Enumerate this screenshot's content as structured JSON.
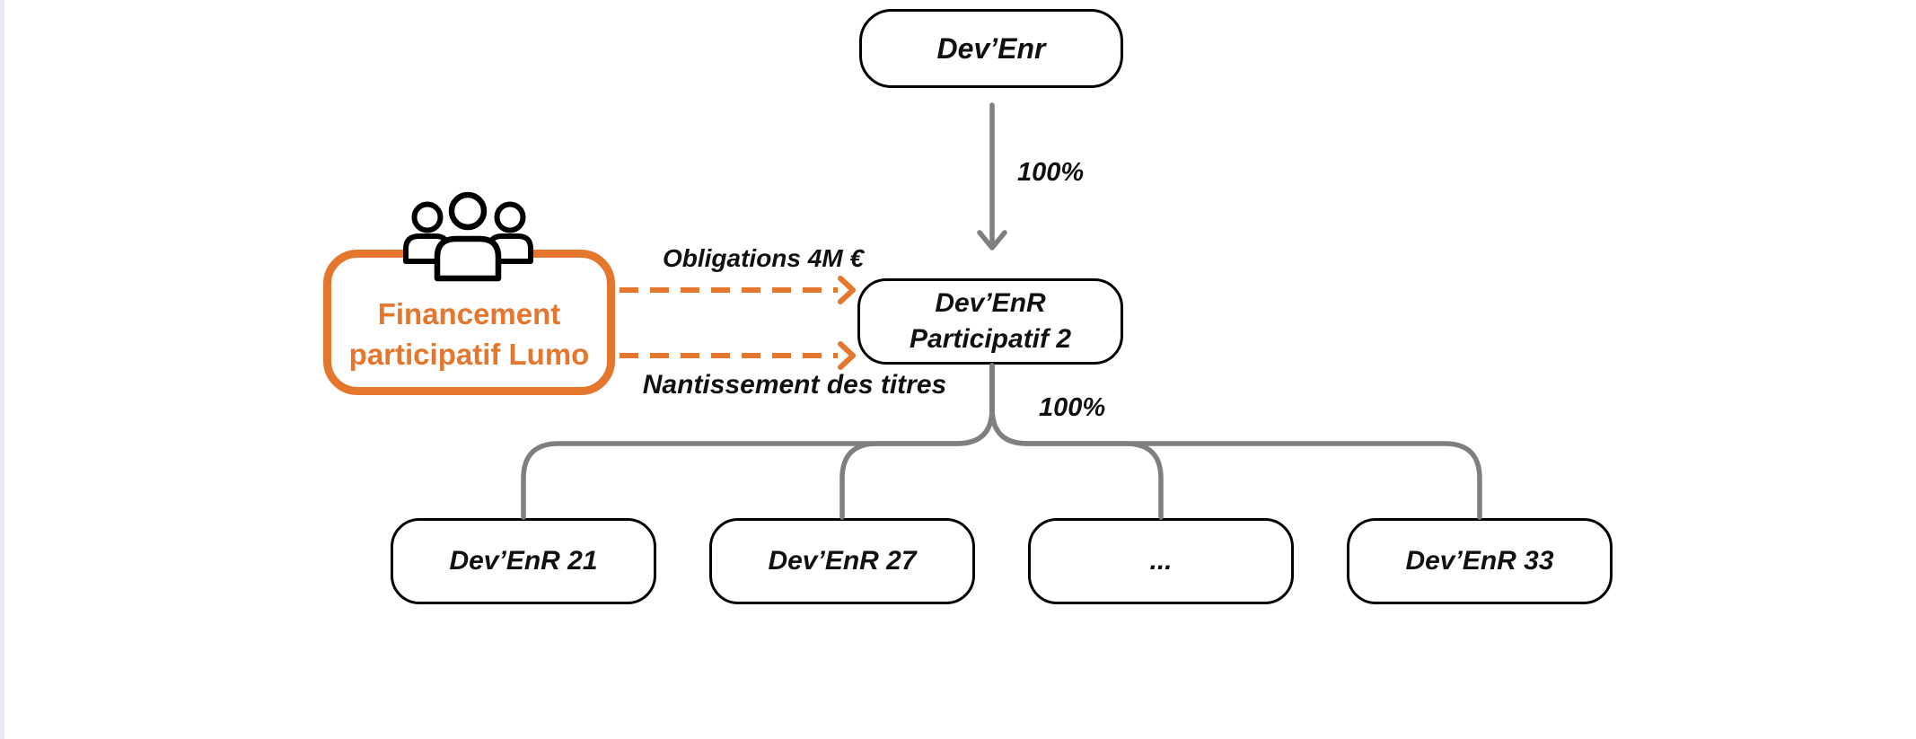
{
  "page": {
    "background": "#ffffff",
    "left_edge_strip_color": "#e8eaf1"
  },
  "colors": {
    "accent_orange": "#e5762d",
    "connector_gray": "#7f7f7f",
    "node_border_black": "#000000"
  },
  "nodes": {
    "root": {
      "label": "Dev’Enr"
    },
    "spv": {
      "line1": "Dev’EnR",
      "line2": "Participatif 2"
    },
    "funding_box": {
      "line1": "Financement",
      "line2": "participatif Lumo",
      "icon": "people-group-icon"
    },
    "children": [
      {
        "label": "Dev’EnR 21"
      },
      {
        "label": "Dev’EnR 27"
      },
      {
        "label": "..."
      },
      {
        "label": "Dev’EnR 33"
      }
    ]
  },
  "edges": {
    "root_to_spv": {
      "label": "100%"
    },
    "spv_to_children": {
      "label": "100%"
    },
    "funding_to_spv_top": {
      "label": "Obligations 4M €"
    },
    "funding_to_spv_bottom": {
      "label": "Nantissement des titres"
    }
  }
}
